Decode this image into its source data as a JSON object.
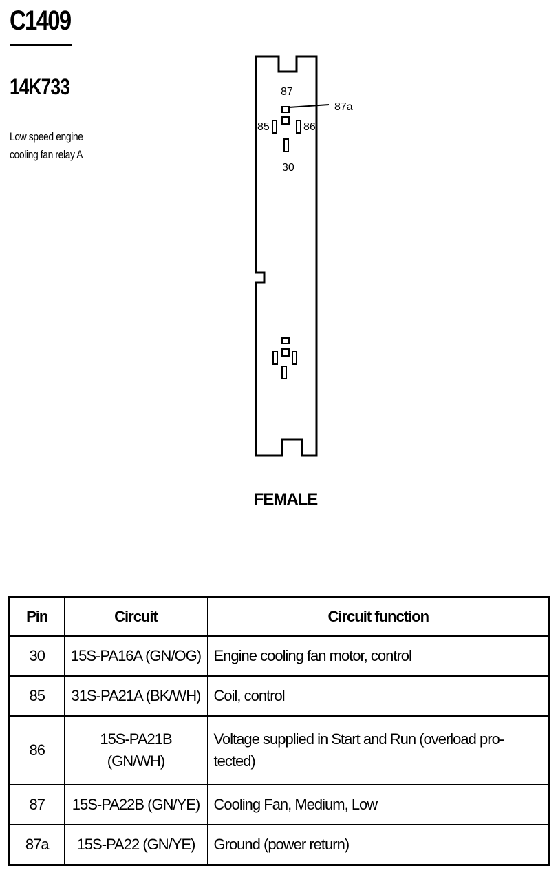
{
  "connector": {
    "id": "C1409",
    "part_number": "14K733",
    "description_line1": "Low speed engine",
    "description_line2": "cooling fan relay A"
  },
  "diagram": {
    "gender_label": "FEMALE",
    "pin_labels": {
      "p87": "87",
      "p87a": "87a",
      "p85": "85",
      "p86": "86",
      "p30": "30"
    }
  },
  "table": {
    "headers": {
      "pin": "Pin",
      "circuit": "Circuit",
      "function": "Circuit function"
    },
    "rows": [
      {
        "pin": "30",
        "circuit": "15S-PA16A (GN/OG)",
        "function": "Engine cooling fan motor, control"
      },
      {
        "pin": "85",
        "circuit": "31S-PA21A (BK/WH)",
        "function": "Coil, control"
      },
      {
        "pin": "86",
        "circuit": "15S-PA21B (GN/WH)",
        "function": "Voltage supplied in Start and Run (overload pro-tected)"
      },
      {
        "pin": "87",
        "circuit": "15S-PA22B (GN/YE)",
        "function": "Cooling Fan, Medium, Low"
      },
      {
        "pin": "87a",
        "circuit": "15S-PA22 (GN/YE)",
        "function": "Ground (power return)"
      }
    ]
  }
}
